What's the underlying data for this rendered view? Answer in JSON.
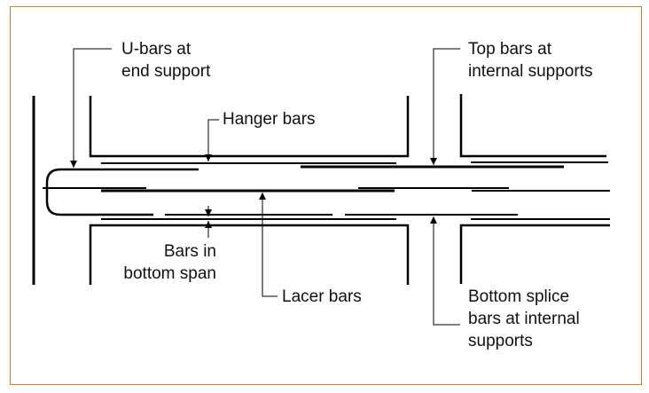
{
  "diagram": {
    "title": "",
    "frame_color": "#d27f2a",
    "line_color": "#000000",
    "labels": {
      "u_bars": [
        "U-bars at",
        "end support"
      ],
      "hanger_bars": [
        "Hanger bars"
      ],
      "top_bars": [
        "Top bars at",
        "internal supports"
      ],
      "bars_bottom_span": [
        "Bars in",
        "bottom span"
      ],
      "lacer_bars": [
        "Lacer bars"
      ],
      "bottom_splice": [
        "Bottom splice",
        "bars at internal",
        "supports"
      ]
    }
  }
}
